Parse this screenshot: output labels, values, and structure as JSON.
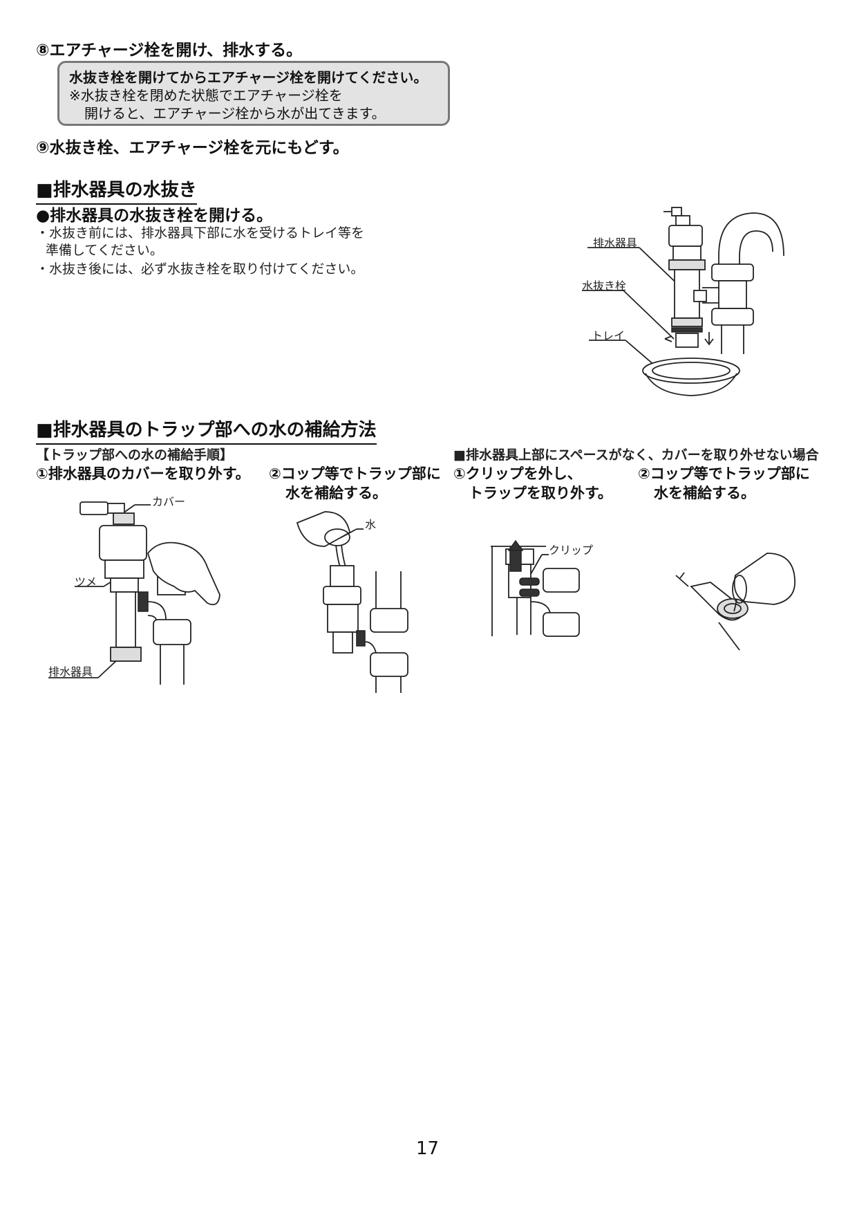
{
  "steps": {
    "step8": "⑧エアチャージ栓を開け、排水する。",
    "note_line1": "水抜き栓を開けてからエアチャージ栓を開けてください。",
    "note_line2": "※水抜き栓を閉めた状態でエアチャージ栓を",
    "note_line3": "開けると、エアチャージ栓から水が出てきます。",
    "step9": "⑨水抜き栓、エアチャージ栓を元にもどす。"
  },
  "drain_section": {
    "title": "■排水器具の水抜き",
    "subtitle": "●排水器具の水抜き栓を開ける。",
    "bullet1_line1": "・水抜き前には、排水器具下部に水を受けるトレイ等を",
    "bullet1_line2": "準備してください。",
    "bullet2": "・水抜き後には、必ず水抜き栓を取り付けてください。",
    "fig_labels": {
      "device": "排水器具",
      "drain_plug": "水抜き栓",
      "tray": "トレイ"
    }
  },
  "trap_section": {
    "title": "■排水器具のトラップ部への水の補給方法",
    "procedure_heading": "【トラップ部への水の補給手順】",
    "step1": "①排水器具のカバーを取り外す。",
    "step2_line1": "②コップ等でトラップ部に",
    "step2_line2": "水を補給する。",
    "alt_heading": "■排水器具上部にスペースがなく、カバーを取り外せない場合",
    "alt_step1_line1": "①クリップを外し、",
    "alt_step1_line2": "トラップを取り外す。",
    "alt_step2_line1": "②コップ等でトラップ部に",
    "alt_step2_line2": "水を補給する。",
    "fig_labels": {
      "cover": "カバー",
      "claw": "ツメ",
      "device": "排水器具",
      "water": "水",
      "clip": "クリップ"
    }
  },
  "page_number": "17"
}
